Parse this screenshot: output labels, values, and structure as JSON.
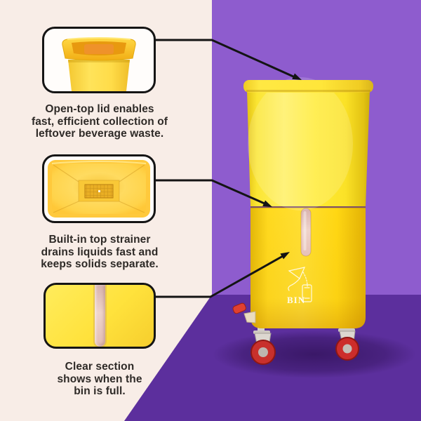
{
  "product": {
    "name": "yellow beverage waste bin on casters",
    "logo_text": "BIN"
  },
  "callouts": [
    {
      "id": "open-top-lid",
      "lines": [
        "Open-top lid enables",
        "fast, efficient collection of",
        "leftover beverage waste."
      ]
    },
    {
      "id": "top-strainer",
      "lines": [
        "Built-in top strainer",
        "drains liquids fast and",
        "keeps solids separate."
      ]
    },
    {
      "id": "clear-section",
      "lines": [
        "Clear section",
        "shows when the",
        "bin is full."
      ]
    }
  ],
  "colors": {
    "background_cream": "#F8EDE7",
    "wall_purple": "#8E5CCE",
    "floor_purple": "#5C2F9D",
    "bin_yellow": "#FFE636",
    "bin_yellow_deep": "#FFD715",
    "window_pink": "#E7C4BC",
    "wheel_red": "#C8302C",
    "spigot_red": "#E04030",
    "arrow_black": "#141414",
    "text_color": "#2E2A27",
    "card_border": "#151515",
    "card_background": "#FFFDFB"
  }
}
